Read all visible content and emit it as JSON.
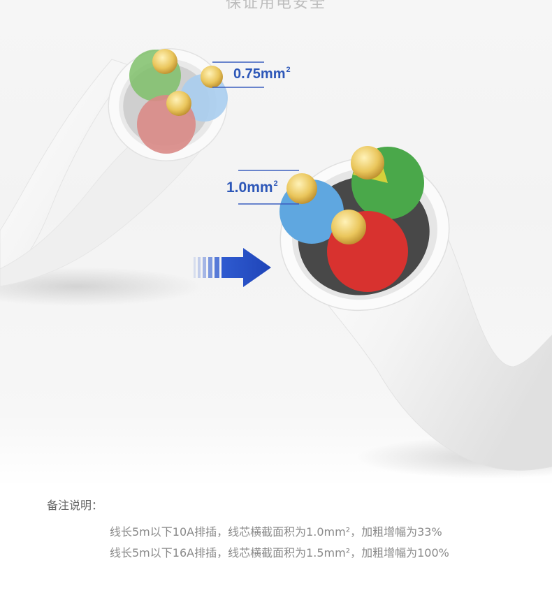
{
  "header": {
    "title": "保证用电安全"
  },
  "labels": {
    "small_cable_value": "0.75mm",
    "large_cable_value": "1.0mm",
    "unit_superscript": "2"
  },
  "notes": {
    "title": "备注说明：",
    "lines": [
      "线长5m以下10A排插，线芯横截面积为1.0mm²，加粗增幅为33%",
      "线长5m以下16A排插，线芯横截面积为1.5mm²，加粗增幅为100%"
    ]
  },
  "colors": {
    "accent_blue": "#2d57b8",
    "wire_green": "#4aa84a",
    "wire_blue": "#5fa7e0",
    "wire_red": "#d8322f",
    "copper": "#e8c25a"
  },
  "icons": [
    "arrow-right-icon"
  ]
}
